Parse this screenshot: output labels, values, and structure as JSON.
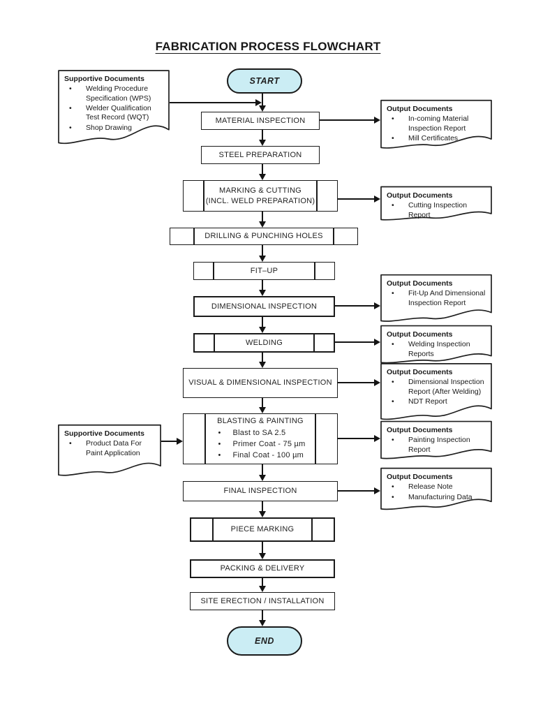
{
  "title": "FABRICATION PROCESS FLOWCHART",
  "colors": {
    "terminal_fill": "#cbedf4",
    "line": "#141414",
    "ink": "#1a1a1a"
  },
  "terminals": {
    "start": "START",
    "end": "END"
  },
  "steps": {
    "material_inspection": {
      "label": "MATERIAL INSPECTION"
    },
    "steel_preparation": {
      "label": "STEEL PREPARATION"
    },
    "marking_cutting": {
      "label": "MARKING & CUTTING",
      "sublabel": "(INCL. WELD PREPARATION)"
    },
    "drilling_punching": {
      "label": "DRILLING & PUNCHING HOLES"
    },
    "fit_up": {
      "label": "FIT–UP"
    },
    "dimensional_inspection": {
      "label": "DIMENSIONAL INSPECTION"
    },
    "welding": {
      "label": "WELDING"
    },
    "visual_dimensional_inspection": {
      "label": "VISUAL & DIMENSIONAL INSPECTION"
    },
    "blasting_painting": {
      "label": "BLASTING & PAINTING",
      "items": [
        "Blast to  SA 2.5",
        "Primer Coat - 75 µm",
        "Final Coat - 100 µm"
      ]
    },
    "final_inspection": {
      "label": "FINAL INSPECTION"
    },
    "piece_marking": {
      "label": "PIECE MARKING"
    },
    "packing_delivery": {
      "label": "PACKING & DELIVERY"
    },
    "site_erection": {
      "label": "SITE ERECTION / INSTALLATION"
    }
  },
  "supportive_documents": [
    {
      "header": "Supportive Documents",
      "items": [
        "Welding Procedure Specification (WPS)",
        "Welder Qualification Test Record (WQT)",
        "Shop Drawing"
      ]
    },
    {
      "header": "Supportive Documents",
      "items": [
        "Product Data For Paint Application"
      ]
    }
  ],
  "output_documents": [
    {
      "header": "Output Documents",
      "items": [
        "In-coming Material Inspection Report",
        "Mill Certificates"
      ]
    },
    {
      "header": "Output Documents",
      "items": [
        "Cutting Inspection Report"
      ]
    },
    {
      "header": "Output Documents",
      "items": [
        "Fit-Up And Dimensional Inspection Report"
      ]
    },
    {
      "header": "Output Documents",
      "items": [
        "Welding Inspection Reports"
      ]
    },
    {
      "header": "Output Documents",
      "items": [
        "Dimensional Inspection Report (After Welding)",
        "NDT Report"
      ]
    },
    {
      "header": "Output Documents",
      "items": [
        "Painting Inspection Report"
      ]
    },
    {
      "header": "Output Documents",
      "items": [
        "Release Note",
        "Manufacturing Data"
      ]
    }
  ]
}
